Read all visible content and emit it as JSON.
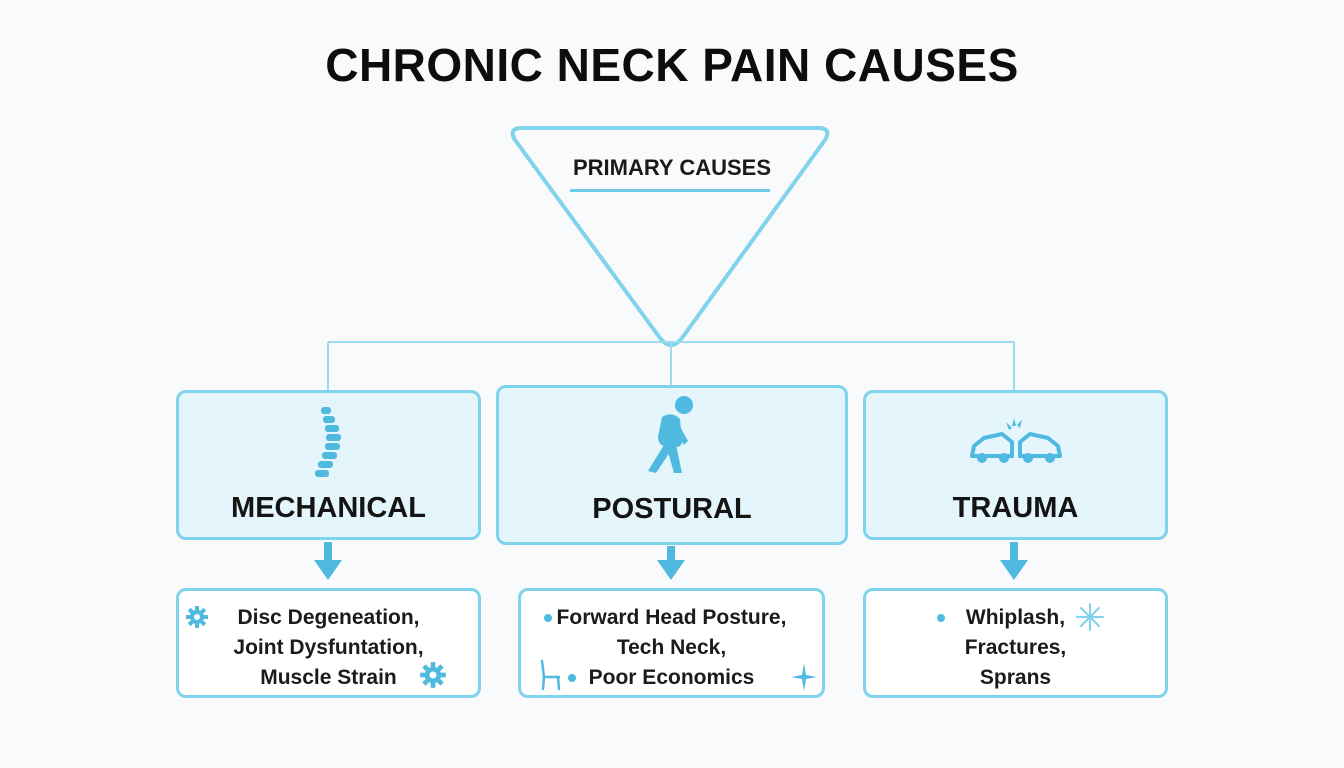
{
  "title": "CHRONIC NECK PAIN CAUSES",
  "apex": {
    "label": "PRIMARY CAUSES"
  },
  "colors": {
    "accent": "#7fd3ec",
    "icon": "#4fb9e0",
    "box_fill": "#e4f5fb"
  },
  "categories": [
    {
      "label": "MECHANICAL",
      "icon": "spine-icon",
      "details": [
        "Disc Degeneation,",
        "Joint Dysfuntation,",
        "Muscle Strain"
      ],
      "detail_icons": [
        "gear-icon",
        "gear-icon"
      ]
    },
    {
      "label": "POSTURAL",
      "icon": "hunched-person-icon",
      "details": [
        "Forward Head Posture,",
        "Tech Neck,",
        "Poor Economics"
      ],
      "detail_icons": [
        "bullet-dot",
        "chair-icon",
        "sparkle-icon"
      ]
    },
    {
      "label": "TRAUMA",
      "icon": "car-collision-icon",
      "details": [
        "Whiplash,",
        "Fractures,",
        "Sprans"
      ],
      "detail_icons": [
        "bullet-dot",
        "burst-icon"
      ]
    }
  ]
}
